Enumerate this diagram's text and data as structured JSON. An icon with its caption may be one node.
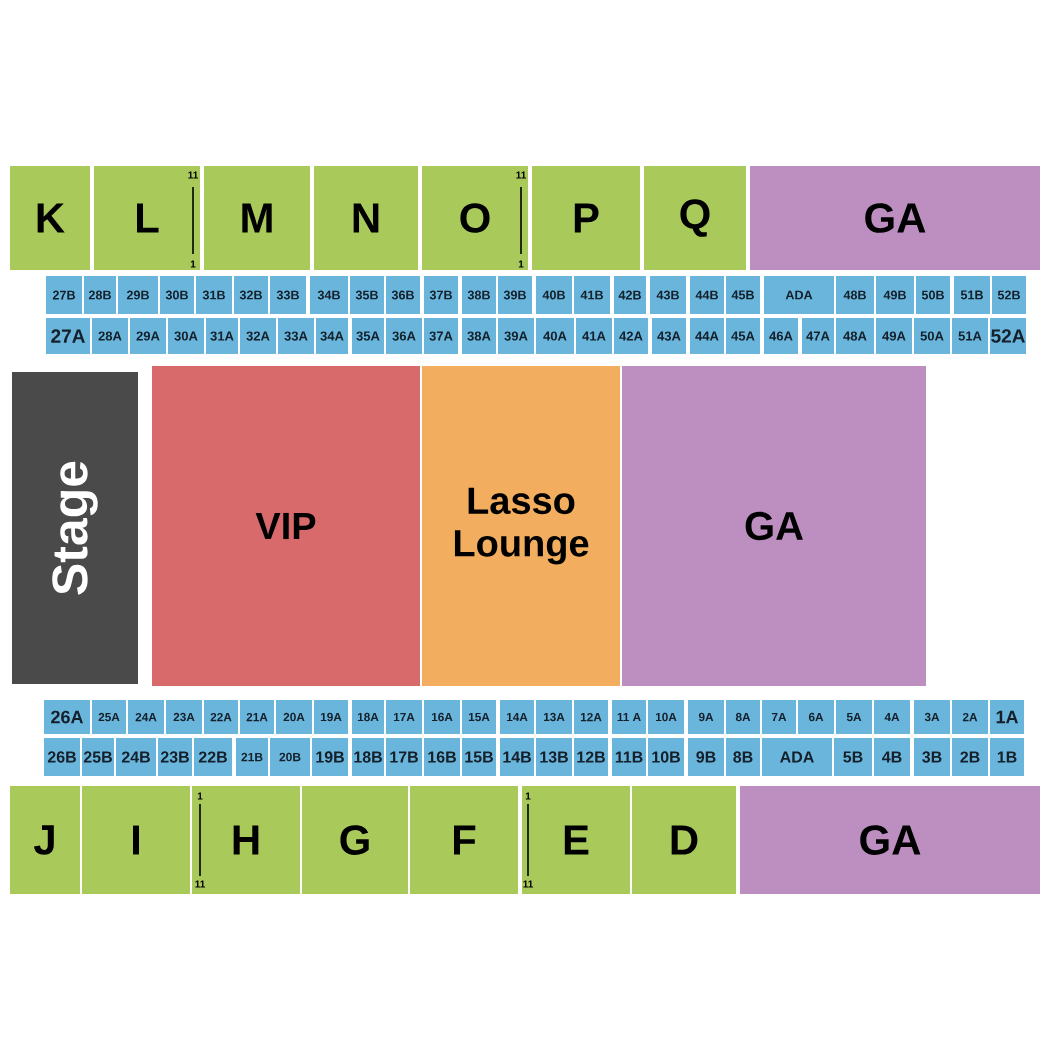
{
  "diagram": {
    "nodes": [
      {
        "text": [
          "K"
        ]
      },
      {
        "text": [
          "L",
          "11",
          "1"
        ]
      },
      {
        "text": [
          "M"
        ]
      },
      {
        "text": [
          "N"
        ]
      },
      {
        "text": [
          "O",
          "11",
          "1"
        ]
      },
      {
        "text": [
          "P"
        ]
      },
      {
        "text": [
          "Q"
        ]
      },
      {
        "text": [
          "GA"
        ]
      },
      {
        "text": [
          "27B"
        ]
      },
      {
        "text": [
          "28B"
        ]
      },
      {
        "text": [
          "29B"
        ]
      },
      {
        "text": [
          "30B"
        ]
      },
      {
        "text": [
          "31B"
        ]
      },
      {
        "text": [
          "32B"
        ]
      },
      {
        "text": [
          "33B"
        ]
      },
      {
        "text": [
          "34B"
        ]
      },
      {
        "text": [
          "35B"
        ]
      },
      {
        "text": [
          "36B"
        ]
      },
      {
        "text": [
          "37B"
        ]
      },
      {
        "text": [
          "38B"
        ]
      },
      {
        "text": [
          "39B"
        ]
      },
      {
        "text": [
          "40B"
        ]
      },
      {
        "text": [
          "41B"
        ]
      },
      {
        "text": [
          "42B"
        ]
      },
      {
        "text": [
          "43B"
        ]
      },
      {
        "text": [
          "44B"
        ]
      },
      {
        "text": [
          "45B"
        ]
      },
      {
        "text": [
          "ADA"
        ]
      },
      {
        "text": [
          "48B"
        ]
      },
      {
        "text": [
          "49B"
        ]
      },
      {
        "text": [
          "50B"
        ]
      },
      {
        "text": [
          "51B"
        ]
      },
      {
        "text": [
          "52B"
        ]
      },
      {
        "text": [
          "27A"
        ]
      },
      {
        "text": [
          "28A"
        ]
      },
      {
        "text": [
          "29A"
        ]
      },
      {
        "text": [
          "30A"
        ]
      },
      {
        "text": [
          "31A"
        ]
      },
      {
        "text": [
          "32A"
        ]
      },
      {
        "text": [
          "33A"
        ]
      },
      {
        "text": [
          "34A"
        ]
      },
      {
        "text": [
          "35A"
        ]
      },
      {
        "text": [
          "36A"
        ]
      },
      {
        "text": [
          "37A"
        ]
      },
      {
        "text": [
          "38A"
        ]
      },
      {
        "text": [
          "39A"
        ]
      },
      {
        "text": [
          "40A"
        ]
      },
      {
        "text": [
          "41A"
        ]
      },
      {
        "text": [
          "42A"
        ]
      },
      {
        "text": [
          "43A"
        ]
      },
      {
        "text": [
          "44A"
        ]
      },
      {
        "text": [
          "45A"
        ]
      },
      {
        "text": [
          "46A"
        ]
      },
      {
        "text": [
          "47A"
        ]
      },
      {
        "text": [
          "48A"
        ]
      },
      {
        "text": [
          "49A"
        ]
      },
      {
        "text": [
          "50A"
        ]
      },
      {
        "text": [
          "51A"
        ]
      },
      {
        "text": [
          "52A"
        ]
      },
      {
        "text": [
          "Stage"
        ]
      },
      {
        "text": [
          "VIP"
        ]
      },
      {
        "text": [
          "Lasso Lounge"
        ]
      },
      {
        "text": [
          "GA"
        ]
      },
      {
        "text": [
          "26A"
        ]
      },
      {
        "text": [
          "25A"
        ]
      },
      {
        "text": [
          "24A"
        ]
      },
      {
        "text": [
          "23A"
        ]
      },
      {
        "text": [
          "22A"
        ]
      },
      {
        "text": [
          "21A"
        ]
      },
      {
        "text": [
          "20A"
        ]
      },
      {
        "text": [
          "19A"
        ]
      },
      {
        "text": [
          "18A"
        ]
      },
      {
        "text": [
          "17A"
        ]
      },
      {
        "text": [
          "16A"
        ]
      },
      {
        "text": [
          "15A"
        ]
      },
      {
        "text": [
          "14A"
        ]
      },
      {
        "text": [
          "13A"
        ]
      },
      {
        "text": [
          "12A"
        ]
      },
      {
        "text": [
          "11 A"
        ]
      },
      {
        "text": [
          "10A"
        ]
      },
      {
        "text": [
          "9A"
        ]
      },
      {
        "text": [
          "8A"
        ]
      },
      {
        "text": [
          "7A"
        ]
      },
      {
        "text": [
          "6A"
        ]
      },
      {
        "text": [
          "5A"
        ]
      },
      {
        "text": [
          "4A"
        ]
      },
      {
        "text": [
          "3A"
        ]
      },
      {
        "text": [
          "2A"
        ]
      },
      {
        "text": [
          "1A"
        ]
      },
      {
        "text": [
          "26B"
        ]
      },
      {
        "text": [
          "25B"
        ]
      },
      {
        "text": [
          "24B"
        ]
      },
      {
        "text": [
          "23B"
        ]
      },
      {
        "text": [
          "22B"
        ]
      },
      {
        "text": [
          "21B"
        ]
      },
      {
        "text": [
          "20B"
        ]
      },
      {
        "text": [
          "19B"
        ]
      },
      {
        "text": [
          "18B"
        ]
      },
      {
        "text": [
          "17B"
        ]
      },
      {
        "text": [
          "16B"
        ]
      },
      {
        "text": [
          "15B"
        ]
      },
      {
        "text": [
          "14B"
        ]
      },
      {
        "text": [
          "13B"
        ]
      },
      {
        "text": [
          "12B"
        ]
      },
      {
        "text": [
          "11B"
        ]
      },
      {
        "text": [
          "10B"
        ]
      },
      {
        "text": [
          "9B"
        ]
      },
      {
        "text": [
          "8B"
        ]
      },
      {
        "text": [
          "ADA"
        ]
      },
      {
        "text": [
          "5B"
        ]
      },
      {
        "text": [
          "4B"
        ]
      },
      {
        "text": [
          "3B"
        ]
      },
      {
        "text": [
          "2B"
        ]
      },
      {
        "text": [
          "1B"
        ]
      },
      {
        "text": [
          "J"
        ]
      },
      {
        "text": [
          "I"
        ]
      },
      {
        "text": [
          "H",
          "1",
          "11"
        ]
      },
      {
        "text": [
          "G"
        ]
      },
      {
        "text": [
          "F"
        ]
      },
      {
        "text": [
          "E",
          "1",
          "11"
        ]
      },
      {
        "text": [
          "D"
        ]
      },
      {
        "text": [
          "GA"
        ]
      }
    ],
    "edges": []
  }
}
